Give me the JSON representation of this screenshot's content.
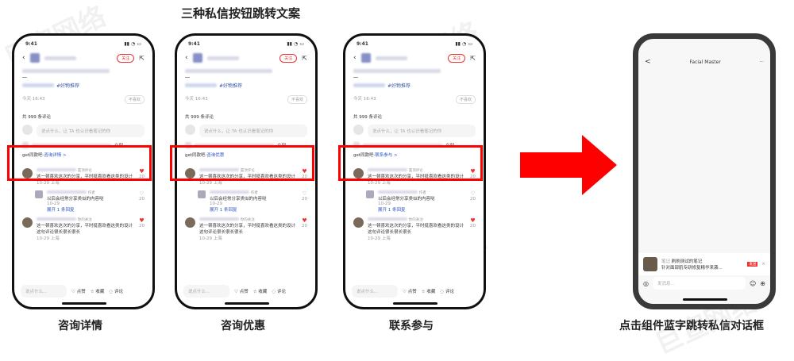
{
  "title": "三种私信按钮跳转文案",
  "watermark": "巨宣网络",
  "phones": [
    {
      "label": "咨询详情",
      "link": "咨询详情 >"
    },
    {
      "label": "咨询优惠",
      "link": "咨询优惠"
    },
    {
      "label": "联系参与",
      "link": "联系参与 >"
    }
  ],
  "note": {
    "time": "9:41",
    "follow": "关注",
    "hashtag": "#好物推荐",
    "date": "今天 16:43",
    "dislike": "不喜欢",
    "comment_count": "共 999 条评论",
    "comment_placeholder": "说点什么，让 TA 也认识看笔记的你",
    "card_action": "立刻",
    "card_prefix": "get同款吧·",
    "comments": [
      {
        "text": "这一顿喜欢这次的分享，平时挺喜欢看这类的设计",
        "meta": "10-29 上海",
        "badge": "置顶评论",
        "likes": "20",
        "liked": true
      },
      {
        "text": "以后会经常分享类似的内容哒",
        "meta": "10-29",
        "badge": "作者",
        "likes": "20",
        "liked": false,
        "reply": true,
        "expand": "展开 1 条回复"
      },
      {
        "text": "这一顿喜欢这次的分享，平时挺喜欢看这类的设计这句评论很长很长很长",
        "meta": "10-29 上海",
        "badge": "你的关注",
        "likes": "20",
        "liked": true
      }
    ],
    "bottom": {
      "placeholder": "说点什么...",
      "like": "点赞",
      "collect": "收藏",
      "comment": "评论"
    }
  },
  "chat": {
    "title": "Facial Master",
    "back": "<",
    "more": "···",
    "card_tag": "笔记",
    "card_title": "刷刷测试的笔记",
    "card_desc": "针对面部肌专研修复精华来袭...",
    "send": "发送",
    "close": "×",
    "input_placeholder": "发消息...",
    "label": "点击组件蓝字跳转私信对话框"
  },
  "colors": {
    "highlight": "#ff0000",
    "arrow": "#ff0000",
    "link": "#2a56c6"
  }
}
